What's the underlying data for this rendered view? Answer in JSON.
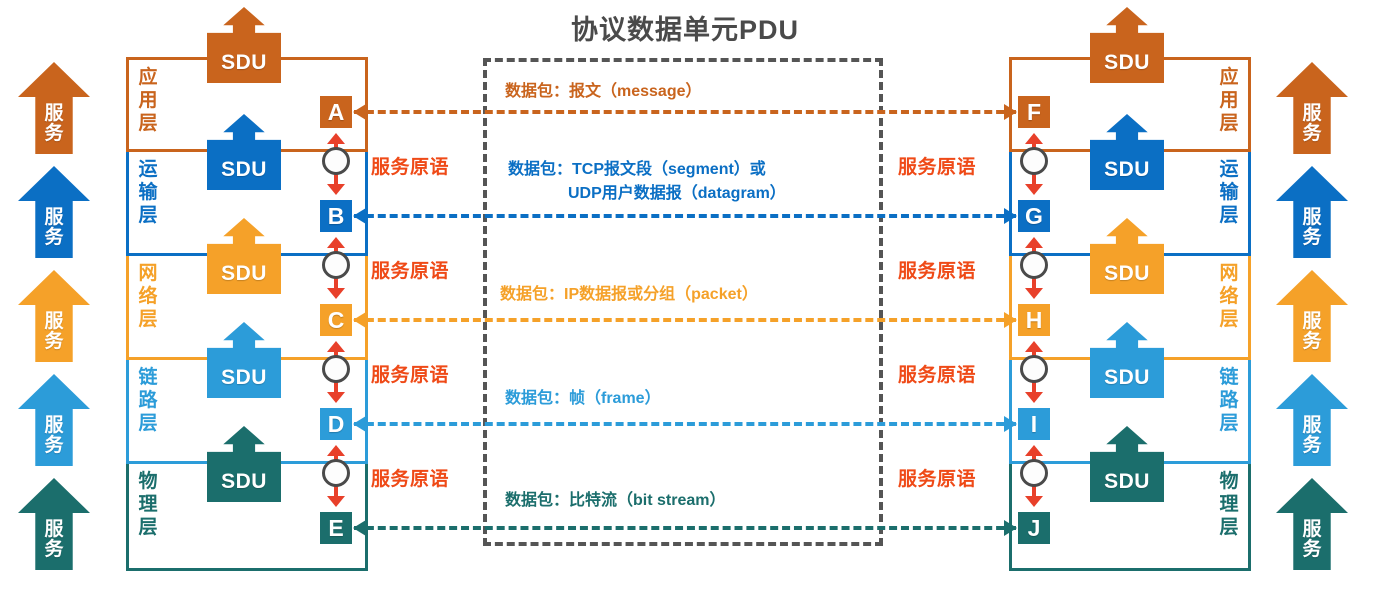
{
  "title": "协议数据单元PDU",
  "colors": {
    "application": "#C9641D",
    "transport": "#0B6FC4",
    "network": "#F5A129",
    "link": "#2C9CD9",
    "physical": "#1B6E6C",
    "primitive": "#EF4A17",
    "dashed_border": "#555555",
    "title": "#4A4A4A",
    "red_arrow": "#E8402A"
  },
  "service_label": "服务",
  "sdu_label": "SDU",
  "primitive_label": "服务原语",
  "layers": [
    {
      "name": "应用层",
      "color_key": "application"
    },
    {
      "name": "运输层",
      "color_key": "transport"
    },
    {
      "name": "网络层",
      "color_key": "network"
    },
    {
      "name": "链路层",
      "color_key": "link"
    },
    {
      "name": "物理层",
      "color_key": "physical"
    }
  ],
  "left_stack": {
    "letters": [
      "A",
      "B",
      "C",
      "D",
      "E"
    ]
  },
  "right_stack": {
    "letters": [
      "F",
      "G",
      "H",
      "I",
      "J"
    ]
  },
  "service_arrows": [
    {
      "label": "服务",
      "color_key": "application"
    },
    {
      "label": "服务",
      "color_key": "transport"
    },
    {
      "label": "服务",
      "color_key": "network"
    },
    {
      "label": "服务",
      "color_key": "link"
    },
    {
      "label": "服务",
      "color_key": "physical"
    }
  ],
  "sdu_blocks": [
    {
      "label": "SDU",
      "color_key": "application"
    },
    {
      "label": "SDU",
      "color_key": "transport"
    },
    {
      "label": "SDU",
      "color_key": "network"
    },
    {
      "label": "SDU",
      "color_key": "link"
    },
    {
      "label": "SDU",
      "color_key": "physical"
    }
  ],
  "primitives": [
    {
      "label": "服务原语"
    },
    {
      "label": "服务原语"
    },
    {
      "label": "服务原语"
    },
    {
      "label": "服务原语"
    }
  ],
  "pdu_rows": [
    {
      "lines": [
        "数据包：报文（message）"
      ],
      "color_key": "application"
    },
    {
      "lines": [
        "数据包：TCP报文段（segment）或",
        "UDP用户数据报（datagram）"
      ],
      "color_key": "transport"
    },
    {
      "lines": [
        "数据包：IP数据报或分组（packet）"
      ],
      "color_key": "network"
    },
    {
      "lines": [
        "数据包：帧（frame）"
      ],
      "color_key": "link"
    },
    {
      "lines": [
        "数据包：比特流（bit stream）"
      ],
      "color_key": "physical"
    }
  ]
}
